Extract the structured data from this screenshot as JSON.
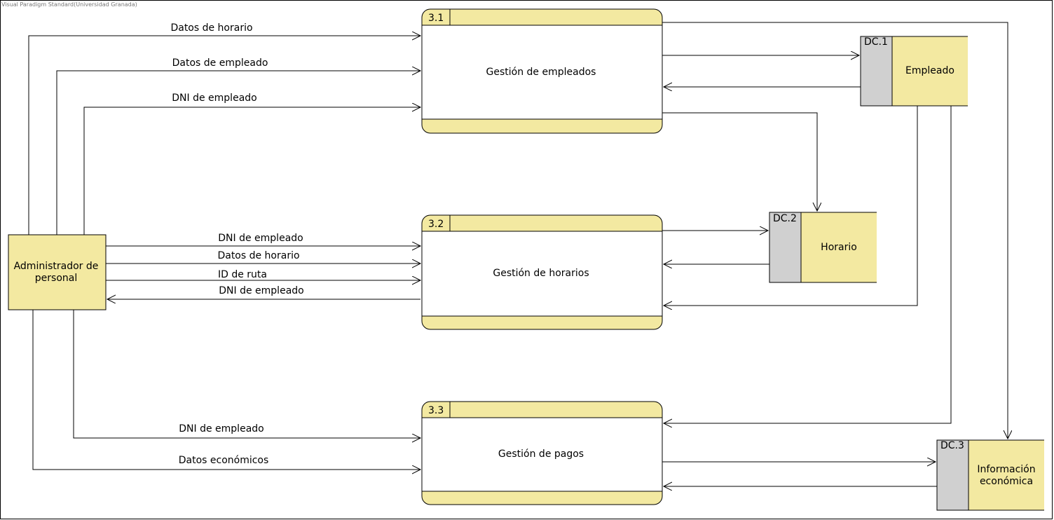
{
  "watermark": "Visual Paradigm Standard(Universidad Granada)",
  "entity": {
    "line1": "Administrador de",
    "line2": "personal"
  },
  "processes": [
    {
      "id": "3.1",
      "name": "Gestión de empleados"
    },
    {
      "id": "3.2",
      "name": "Gestión de horarios"
    },
    {
      "id": "3.3",
      "name": "Gestión de pagos"
    }
  ],
  "stores": [
    {
      "id": "DC.1",
      "line1": "Empleado",
      "line2": ""
    },
    {
      "id": "DC.2",
      "line1": "Horario",
      "line2": ""
    },
    {
      "id": "DC.3",
      "line1": "Información",
      "line2": "económica"
    }
  ],
  "flows": [
    "Datos de horario",
    "Datos de empleado",
    "DNI de empleado",
    "DNI de empleado",
    "Datos de horario",
    "ID de ruta",
    "DNI de empleado",
    "DNI de empleado",
    "Datos económicos"
  ],
  "colors": {
    "fill": "#f3e9a1",
    "store_tab": "#d0d0d0",
    "line": "#000000"
  }
}
